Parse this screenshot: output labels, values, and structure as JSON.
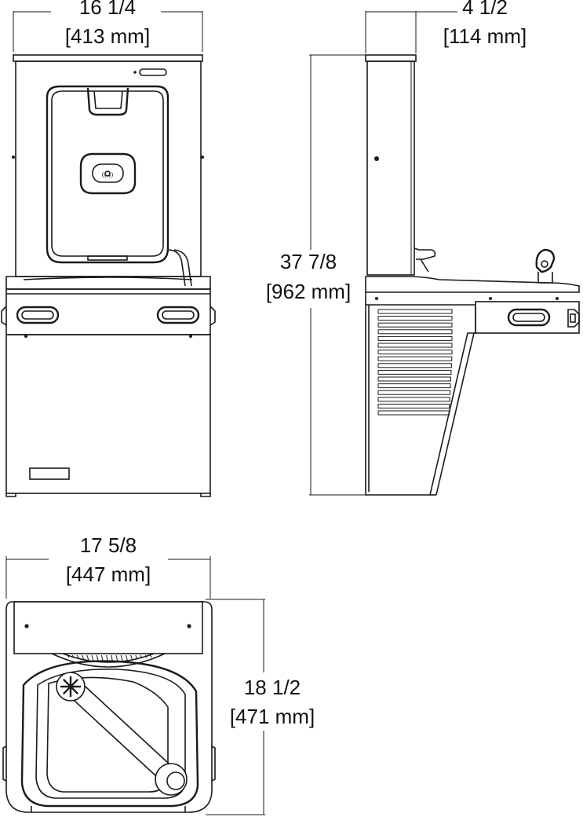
{
  "dimensions": {
    "front_width": {
      "imperial": "16 1/4",
      "metric": "[413 mm]"
    },
    "side_depth": {
      "imperial": "4 1/2",
      "metric": "[114 mm]"
    },
    "overall_height": {
      "imperial": "37 7/8",
      "metric": "[962 mm]"
    },
    "bowl_width": {
      "imperial": "17 5/8",
      "metric": "[447 mm]"
    },
    "bowl_depth": {
      "imperial": "18 1/2",
      "metric": "[471 mm]"
    }
  }
}
